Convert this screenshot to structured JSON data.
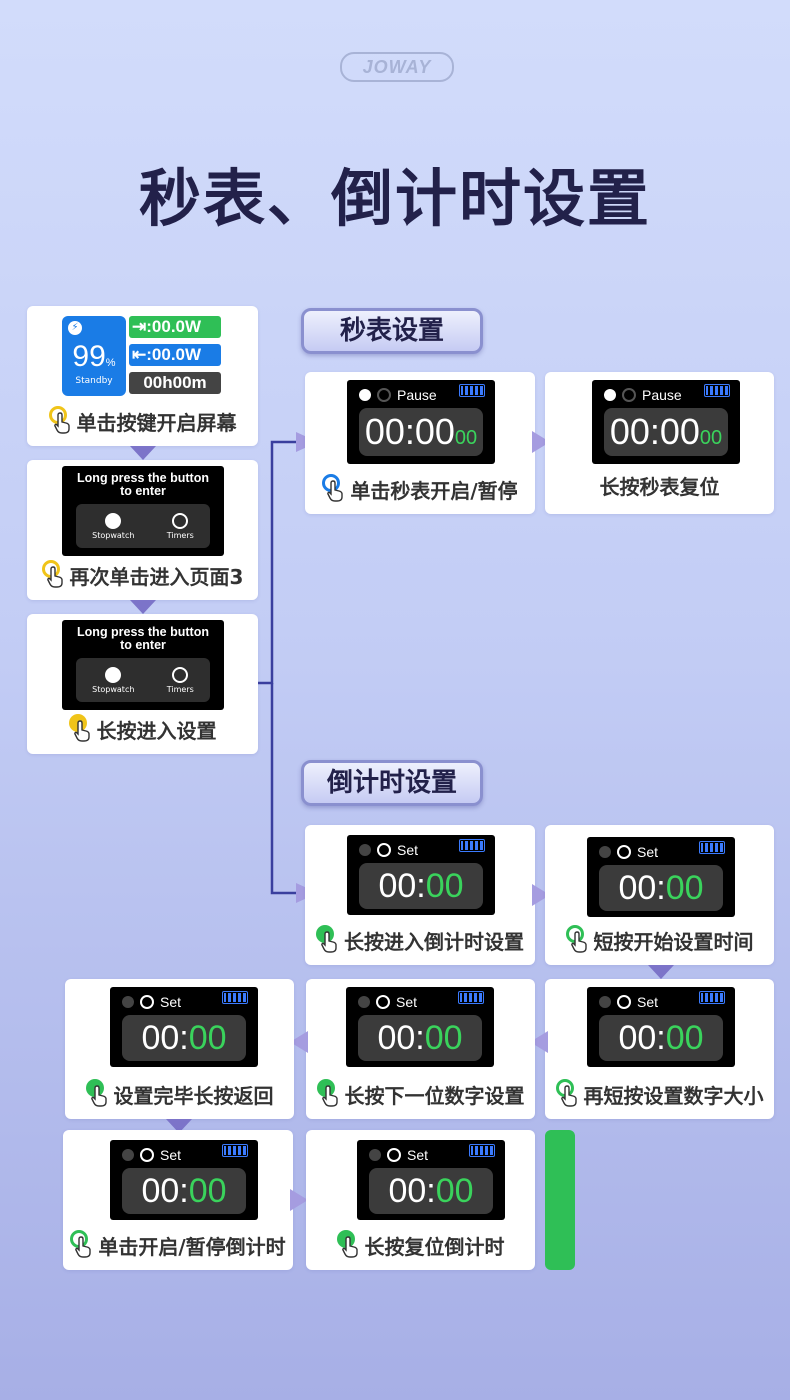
{
  "brand": "JOWAY",
  "title": "秒表、倒计时设置",
  "colors": {
    "green": "#3ad35c",
    "blue": "#1a7ce6",
    "yellow": "#f0c419",
    "accent_purple": "#7c74c9"
  },
  "home_screen": {
    "battery_percent": "99",
    "percent_sign": "%",
    "status": "Standby",
    "input_power": ":00.0W",
    "output_power": ":00.0W",
    "time_h": "00h",
    "time_m": "00m"
  },
  "menu_screen": {
    "line1": "Long press the button",
    "line2": "to enter",
    "item1": "Stopwatch",
    "item2": "Timers"
  },
  "steps_left": [
    "单击按键开启屏幕",
    "再次单击进入页面3",
    "长按进入设置"
  ],
  "stopwatch": {
    "section_label": "秒表设置",
    "status": "Pause",
    "time_main": "00:00",
    "time_sub": "00",
    "steps": [
      "单击秒表开启/暂停",
      "长按秒表复位"
    ]
  },
  "timer": {
    "section_label": "倒计时设置",
    "status": "Set",
    "time_left": "00:",
    "time_right": "00",
    "steps": [
      "长按进入倒计时设置",
      "短按开始设置时间",
      "再短按设置数字大小",
      "长按下一位数字设置",
      "设置完毕长按返回",
      "单击开启/暂停倒计时",
      "长按复位倒计时"
    ]
  }
}
